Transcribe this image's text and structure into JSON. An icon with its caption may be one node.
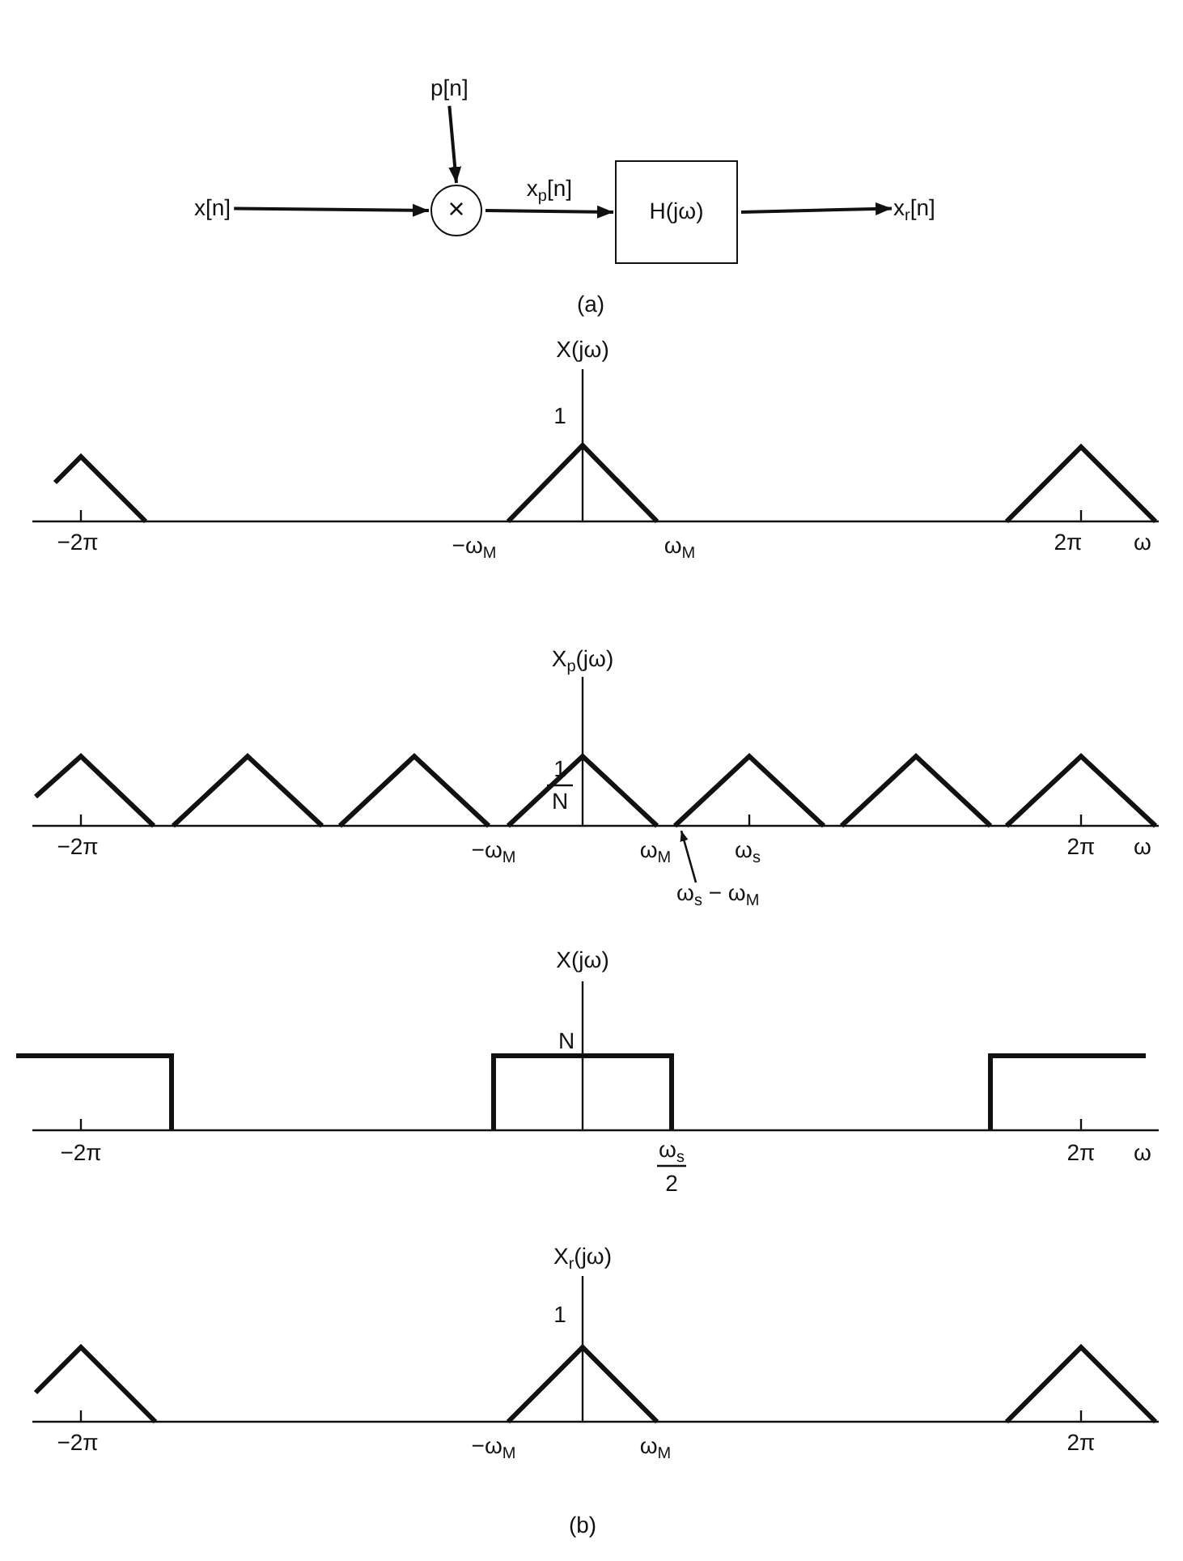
{
  "diagram": {
    "nodes": [
      {
        "text": [
          "x[n]"
        ]
      },
      {
        "text": [
          "p[n]"
        ]
      },
      {
        "text": [
          "×"
        ]
      },
      {
        "text": [
          "H(jω)"
        ]
      },
      {
        "text": [
          "x$_{r}$[n]"
        ]
      },
      {
        "text": [
          "ω$_{s}$ − ω$_{M}$"
        ]
      },
      {
        "text": [],
        "shape": "picture"
      }
    ],
    "edges": [
      {
        "from": 0,
        "to": 2,
        "arrow": "to"
      },
      {
        "from": 1,
        "to": 2,
        "arrow": "to"
      },
      {
        "from": 2,
        "to": 3,
        "arrow": "to",
        "label": "x$_{p}$[n]"
      },
      {
        "from": 3,
        "to": 4,
        "arrow": "to"
      },
      {
        "from": 5,
        "to": 6,
        "arrow": "to"
      }
    ],
    "labels": [
      "(a)",
      "X(jω)",
      "1",
      "−2π",
      "−ω$_{M}$",
      "ω$_{M}$",
      "2π",
      "ω",
      "X$_{p}$(jω)",
      "1",
      "N",
      "−2π",
      "−ω$_{M}$",
      "ω$_{M}$",
      "ω$_{s}$",
      "2π",
      "ω",
      "X(jω)",
      "N",
      "−2π",
      "ω$_{s}$",
      "2",
      "2π",
      "ω",
      "X$_{r}$(jω)",
      "1",
      "−2π",
      "−ω$_{M}$",
      "ω$_{M}$",
      "2π",
      "(b)"
    ]
  }
}
